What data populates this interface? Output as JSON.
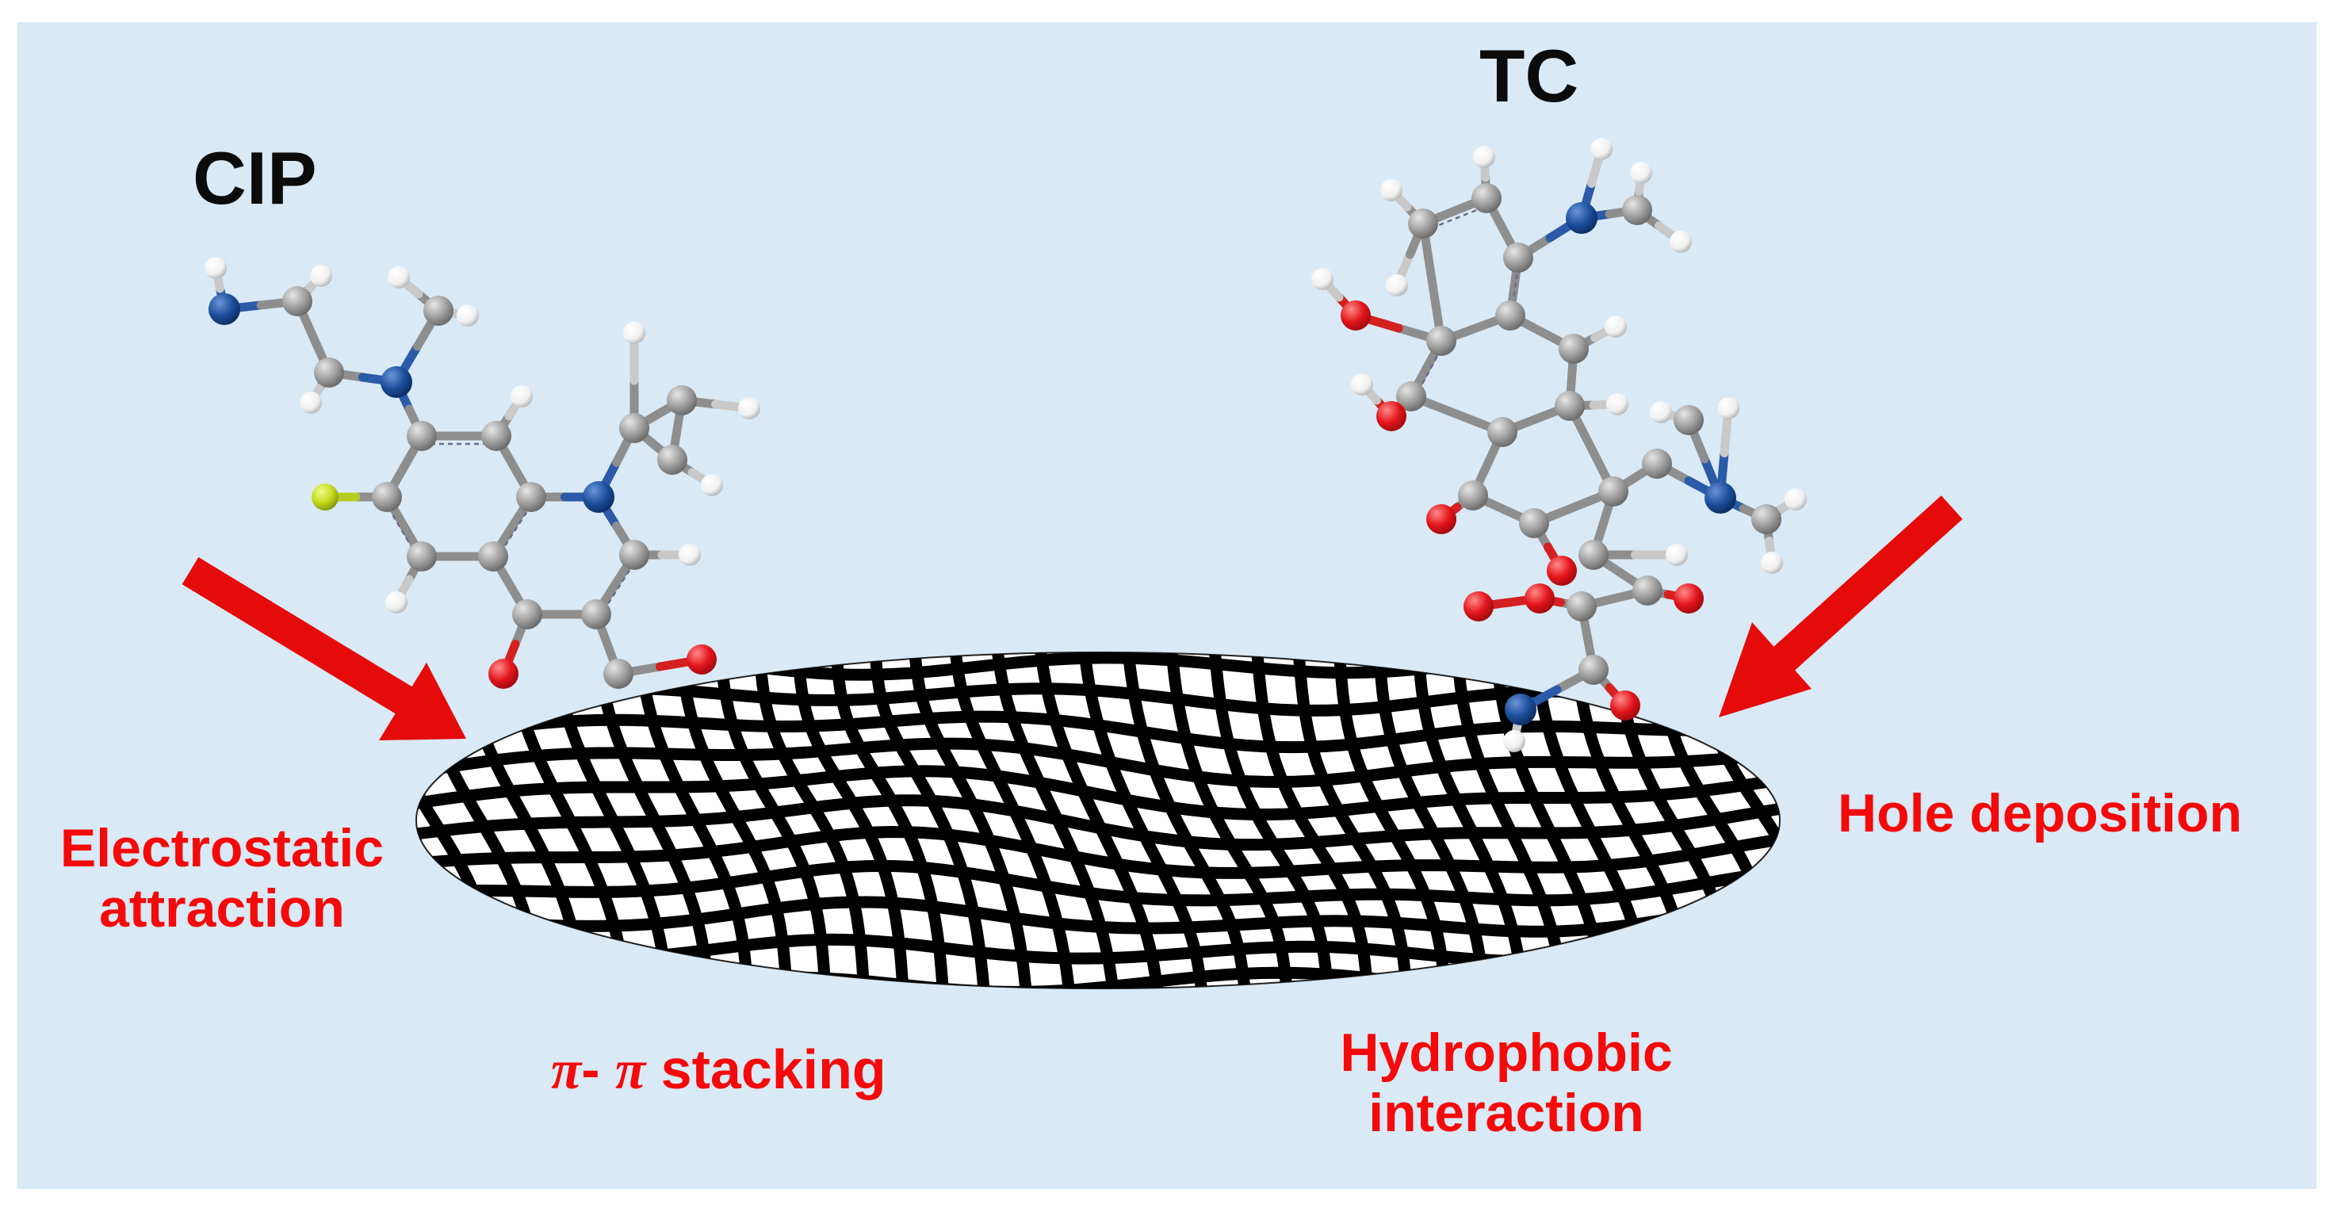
{
  "molecules": {
    "cip": {
      "label": "CIP"
    },
    "tc": {
      "label": "TC"
    }
  },
  "mechanisms": {
    "electrostatic": {
      "line1": "Electrostatic",
      "line2": "attraction"
    },
    "hole_deposition": {
      "label": "Hole deposition"
    },
    "pi_stacking": {
      "pi1": "π",
      "sep": "- ",
      "pi2": "π",
      "rest": " stacking"
    },
    "hydrophobic": {
      "line1": "Hydrophobic",
      "line2": "interaction"
    }
  },
  "colors": {
    "background": "#d9e9f5",
    "label_red": "#f40a0a",
    "arrow_red": "#e60b0b",
    "carbon": "#9a9a9a",
    "nitrogen": "#1c4f9c",
    "oxygen": "#e3151b",
    "hydrogen": "#f4f4f4",
    "fluorine": "#c4dc1c",
    "mesh": "#000000"
  },
  "icons": {
    "adsorbent": "graphene-mesh-disc-icon",
    "arrow": "red-arrow-icon"
  }
}
